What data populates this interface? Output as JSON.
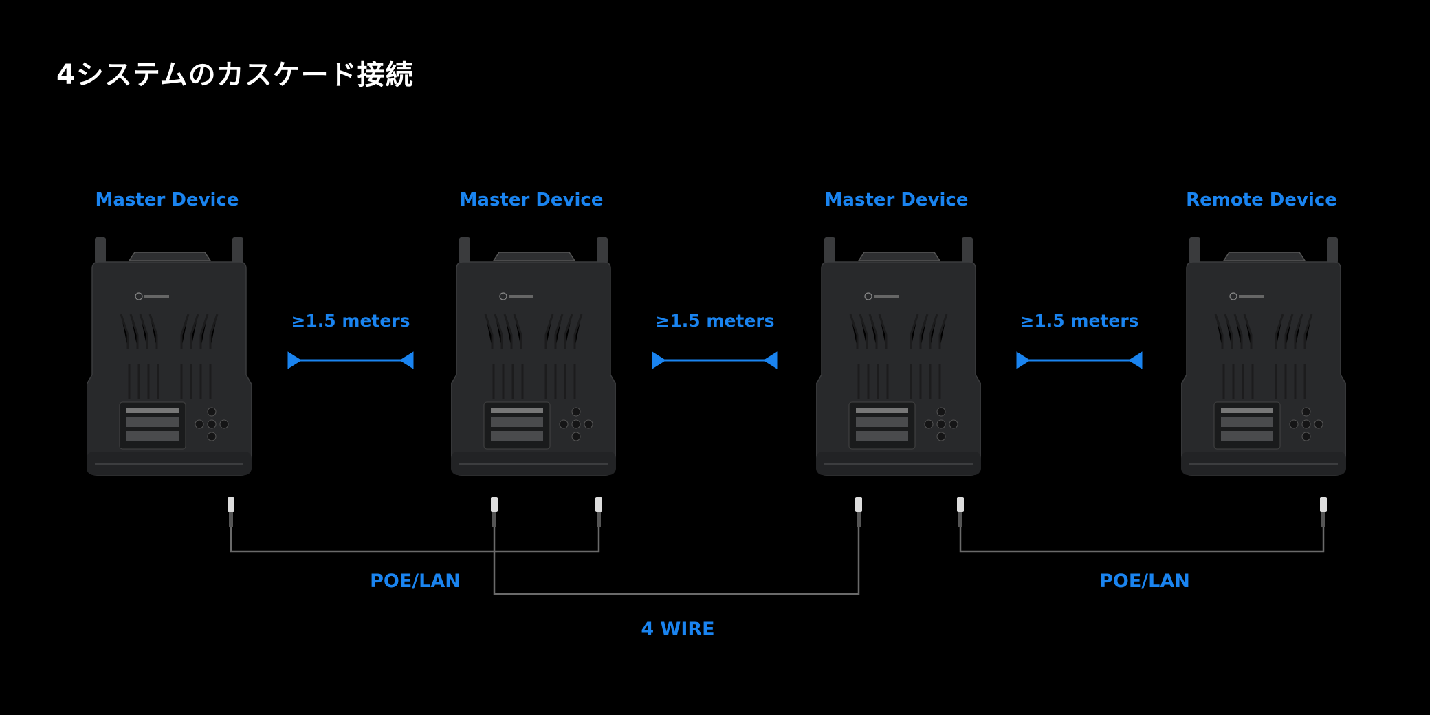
{
  "title": "4システムのカスケード接続",
  "devices": [
    {
      "label": "Master Device"
    },
    {
      "label": "Master Device"
    },
    {
      "label": "Master Device"
    },
    {
      "label": "Remote Device"
    }
  ],
  "distances": [
    "≥1.5 meters",
    "≥1.5 meters",
    "≥1.5 meters"
  ],
  "cables": {
    "poe_lan_1": "POE/LAN",
    "four_wire": "4 WIRE",
    "poe_lan_2": "POE/LAN"
  },
  "colors": {
    "accent": "#1a84f0",
    "background": "#000000",
    "device": "#2a2b2d"
  }
}
